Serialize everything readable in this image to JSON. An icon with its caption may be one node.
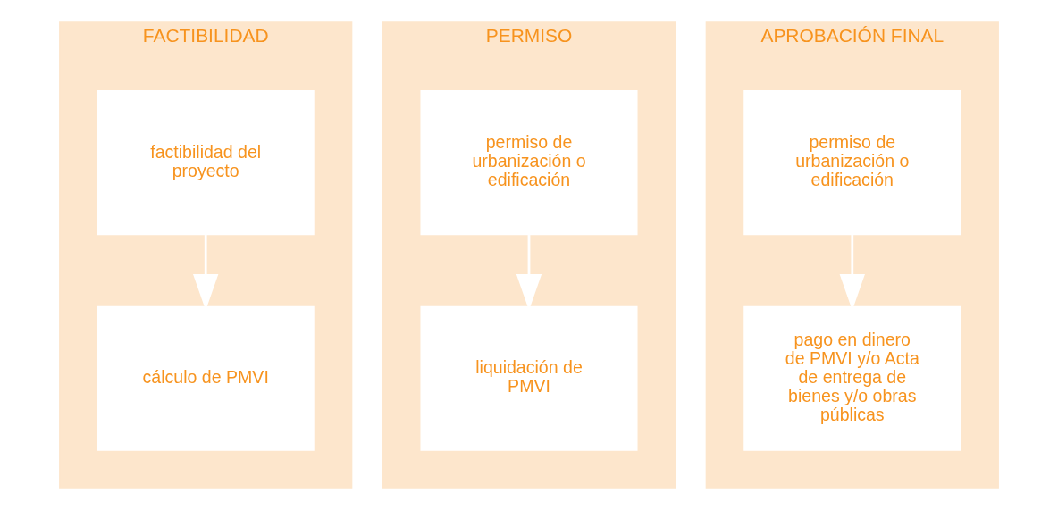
{
  "diagram": {
    "nodes": [
      {
        "text": [
          "FACTIBILIDAD"
        ]
      },
      {
        "text": [
          "factibilidad del proyecto"
        ],
        "in": 0
      },
      {
        "text": [
          "cálculo de PMVI"
        ],
        "in": 0
      },
      {
        "text": [
          "PERMISO"
        ]
      },
      {
        "text": [
          "permiso de urbanización o edificación"
        ],
        "in": 3
      },
      {
        "text": [
          "liquidación de PMVI"
        ],
        "in": 3
      },
      {
        "text": [
          "APROBACIÓN FINAL"
        ]
      },
      {
        "text": [
          "permiso de urbanización o edificación"
        ],
        "in": 6
      },
      {
        "text": [
          "pago en dinero de PMVI y/o Acta de entrega de bienes y/o obras públicas"
        ],
        "in": 6
      }
    ],
    "edges": [
      {
        "from": 1,
        "to": 2,
        "arrow": "to"
      },
      {
        "from": 4,
        "to": 5,
        "arrow": "to"
      },
      {
        "from": 7,
        "to": 8,
        "arrow": "to"
      }
    ]
  }
}
